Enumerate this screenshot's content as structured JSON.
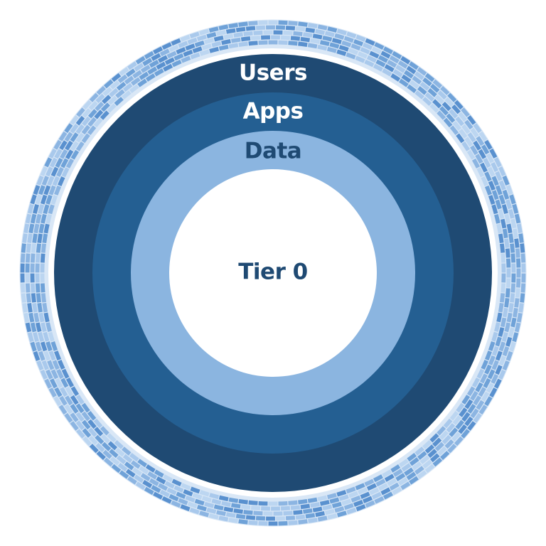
{
  "rings": [
    {
      "key": "users",
      "label": "Users",
      "fill": "#1f4a73",
      "text_color": "#ffffff"
    },
    {
      "key": "apps",
      "label": "Apps",
      "fill": "#245f92",
      "text_color": "#ffffff"
    },
    {
      "key": "data",
      "label": "Data",
      "fill": "#8bb5e0",
      "text_color": "#1f4a73"
    }
  ],
  "core": {
    "label": "Tier 0",
    "fill": "#ffffff",
    "text_color": "#1f4a73"
  },
  "brick_wall": {
    "brick_colors": [
      "#6fa2d8",
      "#a9c9ec",
      "#8cb5e2",
      "#5a91cf",
      "#bcd6f1"
    ]
  }
}
